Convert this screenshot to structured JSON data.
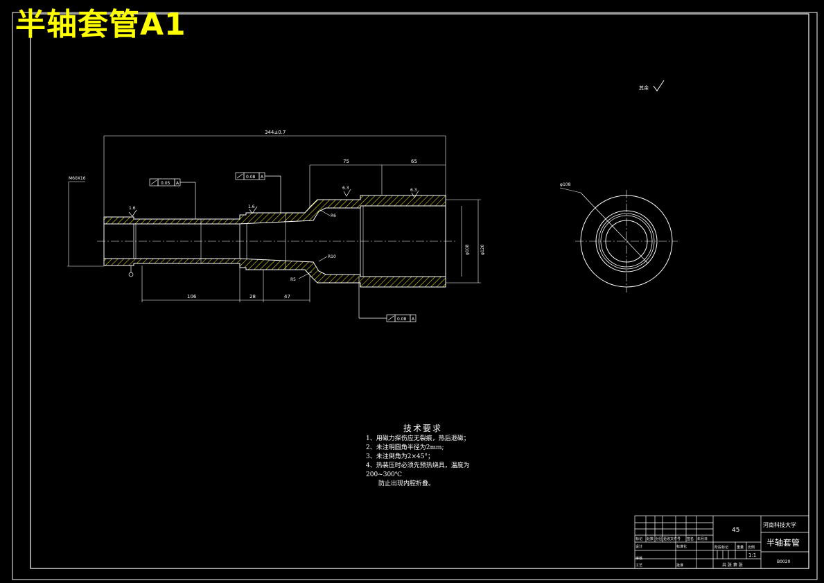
{
  "overlay_title": "半轴套管A1",
  "drawing": {
    "roughness_note": "其余",
    "dims": {
      "overall": "344±0.7",
      "seg_75": "75",
      "seg_65": "65",
      "seg_106": "106",
      "seg_28": "28",
      "seg_47": "47",
      "rough_l1": "1.6",
      "rough_l2": "1.6",
      "rough_r1": "6.3",
      "rough_r2": "6.3",
      "r_upper": "R6",
      "r_lower": "R5",
      "r10": "R10",
      "thread": "M60X16",
      "diam_right": "φ108",
      "diam_flange": "φ120",
      "end_view_label": "φ108"
    },
    "tolerances": [
      "0.05",
      "0.08",
      "0.08"
    ],
    "datum": "A"
  },
  "tech": {
    "heading": "技术要求",
    "items": [
      "1、用磁力探伤应无裂痕，热后退磁；",
      "2、未注明圆角半径为2mm;",
      "3、未注倒角为2×45°；",
      "4、热装压时必须先预热烧具，温度为",
      "200~300℃",
      "防止出现内腔折叠。"
    ]
  },
  "title_block": {
    "material": "45",
    "school": "河南科技大学",
    "part_name": "半轴套管",
    "drawing_no": "B0020",
    "scale": "1:1",
    "row_labels": [
      "标记",
      "处数",
      "分区",
      "更改文件号",
      "签名",
      "年月日"
    ],
    "design": "设计",
    "standardize": "标准化",
    "stage_label": "阶段标记",
    "weight_label": "重量",
    "scale_label": "比例",
    "review": "审核",
    "process": "工艺",
    "approve": "批准",
    "sheets": "共 张 第 张"
  }
}
